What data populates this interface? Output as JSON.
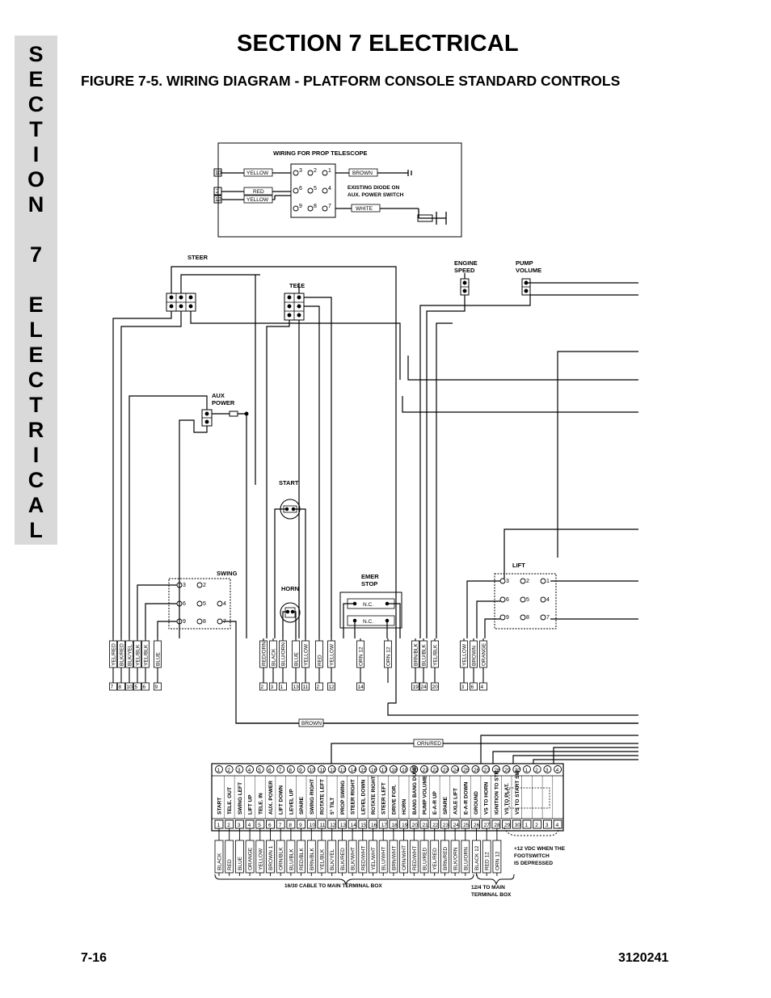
{
  "section_tab": [
    "S",
    "E",
    "C",
    "T",
    "I",
    "O",
    "N",
    "",
    "7",
    "",
    "E",
    "L",
    "E",
    "C",
    "T",
    "R",
    "I",
    "C",
    "A",
    "L"
  ],
  "header": {
    "title": "SECTION 7  ELECTRICAL",
    "figure": "FIGURE 7-5.    WIRING DIAGRAM - PLATFORM CONSOLE STANDARD CONTROLS"
  },
  "footer": {
    "page": "7-16",
    "doc_number": "3120241"
  },
  "diagram": {
    "prop_box": {
      "title": "WIRING FOR PROP TELESCOPE",
      "note": [
        "EXISTING DIODE ON",
        "AUX. POWER SWITCH"
      ],
      "wires": [
        "YELLOW",
        "RED",
        "YELLOW",
        "BROWN",
        "WHITE"
      ],
      "terminals": [
        "10",
        "2",
        "12"
      ],
      "pins": [
        "3",
        "2",
        "1",
        "6",
        "5",
        "4",
        "9",
        "8",
        "7"
      ]
    },
    "components": {
      "steer": "STEER",
      "tele": "TELE",
      "aux_power": [
        "AUX",
        "POWER"
      ],
      "start": "START",
      "horn": "HORN",
      "swing": "SWING",
      "emer_stop": [
        "EMER",
        "STOP"
      ],
      "nc": "N.C.",
      "engine_speed": [
        "ENGINE",
        "SPEED"
      ],
      "pump_volume": [
        "PUMP",
        "VOLUME"
      ],
      "lift": "LIFT"
    },
    "swing_pins": [
      "3",
      "2",
      "6",
      "5",
      "4",
      "9",
      "8",
      "7"
    ],
    "lift_pins": [
      "3",
      "2",
      "1",
      "6",
      "5",
      "4",
      "9",
      "8",
      "7"
    ],
    "group1": {
      "wires": [
        "YEL/RED",
        "BLK/RED",
        "BLK/YEL",
        "YEL/BLK",
        "YEL/BLK",
        "BLUE"
      ],
      "terminals": [
        "7",
        "8",
        "10",
        "5",
        "6",
        "9"
      ]
    },
    "group2": {
      "wires": [
        "RED/ORN",
        "BLACK",
        "BLU/ORN",
        "BLUE",
        "YELLOW",
        "RED",
        "YELLOW"
      ],
      "terminals": [
        "2",
        "3",
        "1",
        "13",
        "11",
        "2",
        "12"
      ]
    },
    "group3": {
      "wires": [
        "ORN 12"
      ],
      "terminals": [
        "14"
      ]
    },
    "group3b": {
      "wires": [
        "ORN 12"
      ]
    },
    "group4": {
      "wires": [
        "BRN/BLK",
        "BLU/BLK",
        "YEL/BLK"
      ],
      "terminals": [
        "19",
        "24",
        "20"
      ]
    },
    "group5": {
      "wires": [
        "YELLOW",
        "BROWN",
        "ORANGE"
      ],
      "terminals": [
        "3",
        "6",
        "4"
      ]
    },
    "brown_wire": "BROWN",
    "orn_red_wire": "ORN/RED",
    "terminal_numbers": [
      "1",
      "2",
      "3",
      "4",
      "5",
      "6",
      "7",
      "8",
      "9",
      "10",
      "11",
      "12",
      "13",
      "14",
      "15",
      "16",
      "17",
      "18",
      "19",
      "20",
      "21",
      "22",
      "23",
      "24",
      "25",
      "26",
      "27",
      "28",
      "29",
      "30",
      "1",
      "2",
      "3",
      "4"
    ],
    "terminal_functions": [
      "START",
      "TELE. OUT",
      "SWING LEFT",
      "LIFT UP",
      "TELE. IN",
      "AUX. POWER",
      "LIFT DOWN",
      "LEVEL UP",
      "SPARE",
      "SWING RIGHT",
      "ROTATE LEFT",
      "5° TILT",
      "PROP SWING",
      "STEER RIGHT",
      "LEVEL DOWN",
      "ROTATE RIGHT",
      "STEER LEFT",
      "DRIVE FOR.",
      "HORN",
      "BANG BANG DUMP",
      "PUMP VOLUME",
      "E-A-R UP",
      "SPARE",
      "AXLE LIFT",
      "E-A-R DOWN",
      "GROUND",
      "VS TO HORN",
      "IGNITION TO STR",
      "VS TO PLAT.",
      "VS TO START SW"
    ],
    "cable_colors": [
      "BLACK",
      "RED",
      "BLUE",
      "ORANGE",
      "YELLOW",
      "BROWN 1",
      "ORN/BLK",
      "BLU/BLK",
      "RED/BLK",
      "BRN/BLK",
      "YEL/BLK",
      "BLK/YEL",
      "BLK/RED",
      "BLK/WHT",
      "RED/WHT",
      "YEL/WHT",
      "BLU/WHT",
      "BRN/WHT",
      "ORN/WHT",
      "RED/WHT",
      "BLU/RED",
      "YEL/RED",
      "BRN/RED",
      "BLK/ORN",
      "BLU/ORN",
      "BLACK 12",
      "RED 12",
      "ORN 12"
    ],
    "cable_16_30": "16/30 CABLE TO MAIN TERMINAL BOX",
    "cable_12_4": [
      "12/4 TO MAIN",
      "TERMINAL BOX"
    ],
    "footswitch_note": [
      "+12 VDC WHEN THE",
      "FOOTSWITCH",
      "IS DEPRESSED"
    ]
  }
}
